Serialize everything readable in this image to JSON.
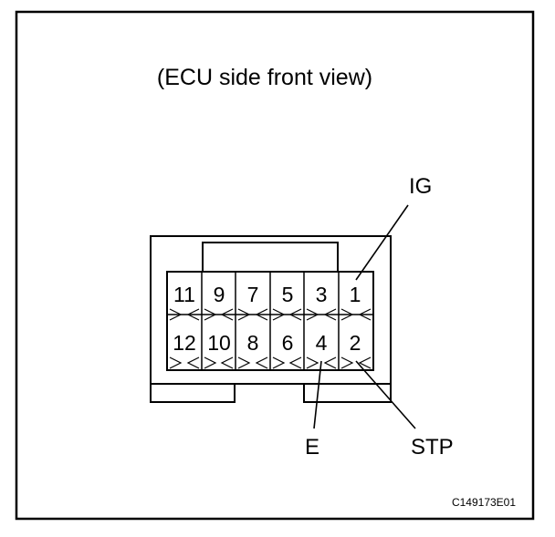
{
  "title": "(ECU side front view)",
  "code": "C149173E01",
  "labels": {
    "ig": "IG",
    "stp": "STP",
    "e": "E"
  },
  "pins": {
    "top": [
      "11",
      "9",
      "7",
      "5",
      "3",
      "1"
    ],
    "bottom": [
      "12",
      "10",
      "8",
      "6",
      "4",
      "2"
    ]
  },
  "colors": {
    "line": "#000000",
    "background": "#ffffff"
  }
}
